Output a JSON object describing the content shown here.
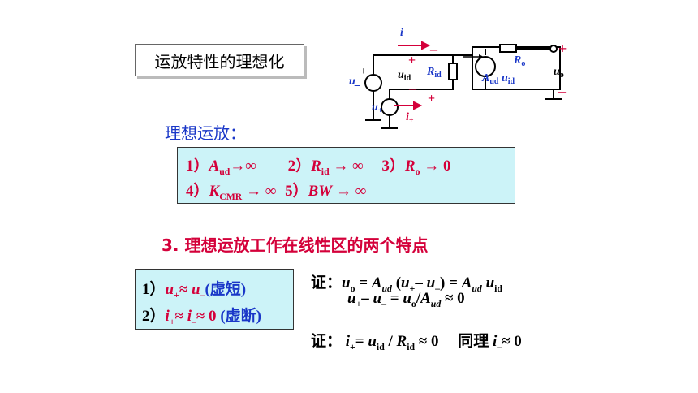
{
  "title": "运放特性的理想化",
  "ideal_heading": "理想运放：",
  "conditions": {
    "line1": {
      "c1": "1）A",
      "c1_sub": "ud",
      "c1_tail": "→∞",
      "c2": "2）R",
      "c2_sub": "id",
      "c2_tail": "→ ∞",
      "c3": "3）R",
      "c3_sub": "o",
      "c3_tail": "→ 0"
    },
    "line2": {
      "c4": "4）K",
      "c4_sub": "CMR",
      "c4_tail": "→ ∞",
      "c5": "5）BW → ∞"
    }
  },
  "section_title": "3. 理想运放工作在线性区的两个特点",
  "features": {
    "f1_prefix": "1）",
    "f1_formula": "u₊≈ u₋",
    "f1_note": "(虚短)",
    "f2_prefix": "2）",
    "f2_formula": "i₊≈ i₋≈ 0",
    "f2_note": "(虚断)"
  },
  "proofs": {
    "p1_label": "证：",
    "p1_line1": "u_o = A_ud (u₊– u₋) = A_ud u_id",
    "p1_line2": "u₊– u₋ = u_o/A_ud ≈ 0",
    "p2_label": "证：",
    "p2_line": "i₊= u_id / R_id ≈ 0",
    "p2_note": "同理 i₋≈ 0"
  },
  "circuit_labels": {
    "i_minus": "i_",
    "u_id": "u",
    "u_id_sub": "id",
    "R_id": "R",
    "R_id_sub": "id",
    "R_o": "R",
    "R_o_sub": "o",
    "A_ud_u_id": "A",
    "A_sub": "ud",
    "u_id2": "u",
    "u_id2_sub": "id",
    "u_o": "u",
    "u_o_sub": "o",
    "u_minus": "u_",
    "u_plus": "u",
    "u_plus_sub": "+",
    "i_plus": "i",
    "i_plus_sub": "+",
    "plus": "+",
    "minus": "–"
  },
  "colors": {
    "blue": "#1a37c8",
    "red": "#d4003a",
    "box_fill": "#ccf3f8"
  }
}
